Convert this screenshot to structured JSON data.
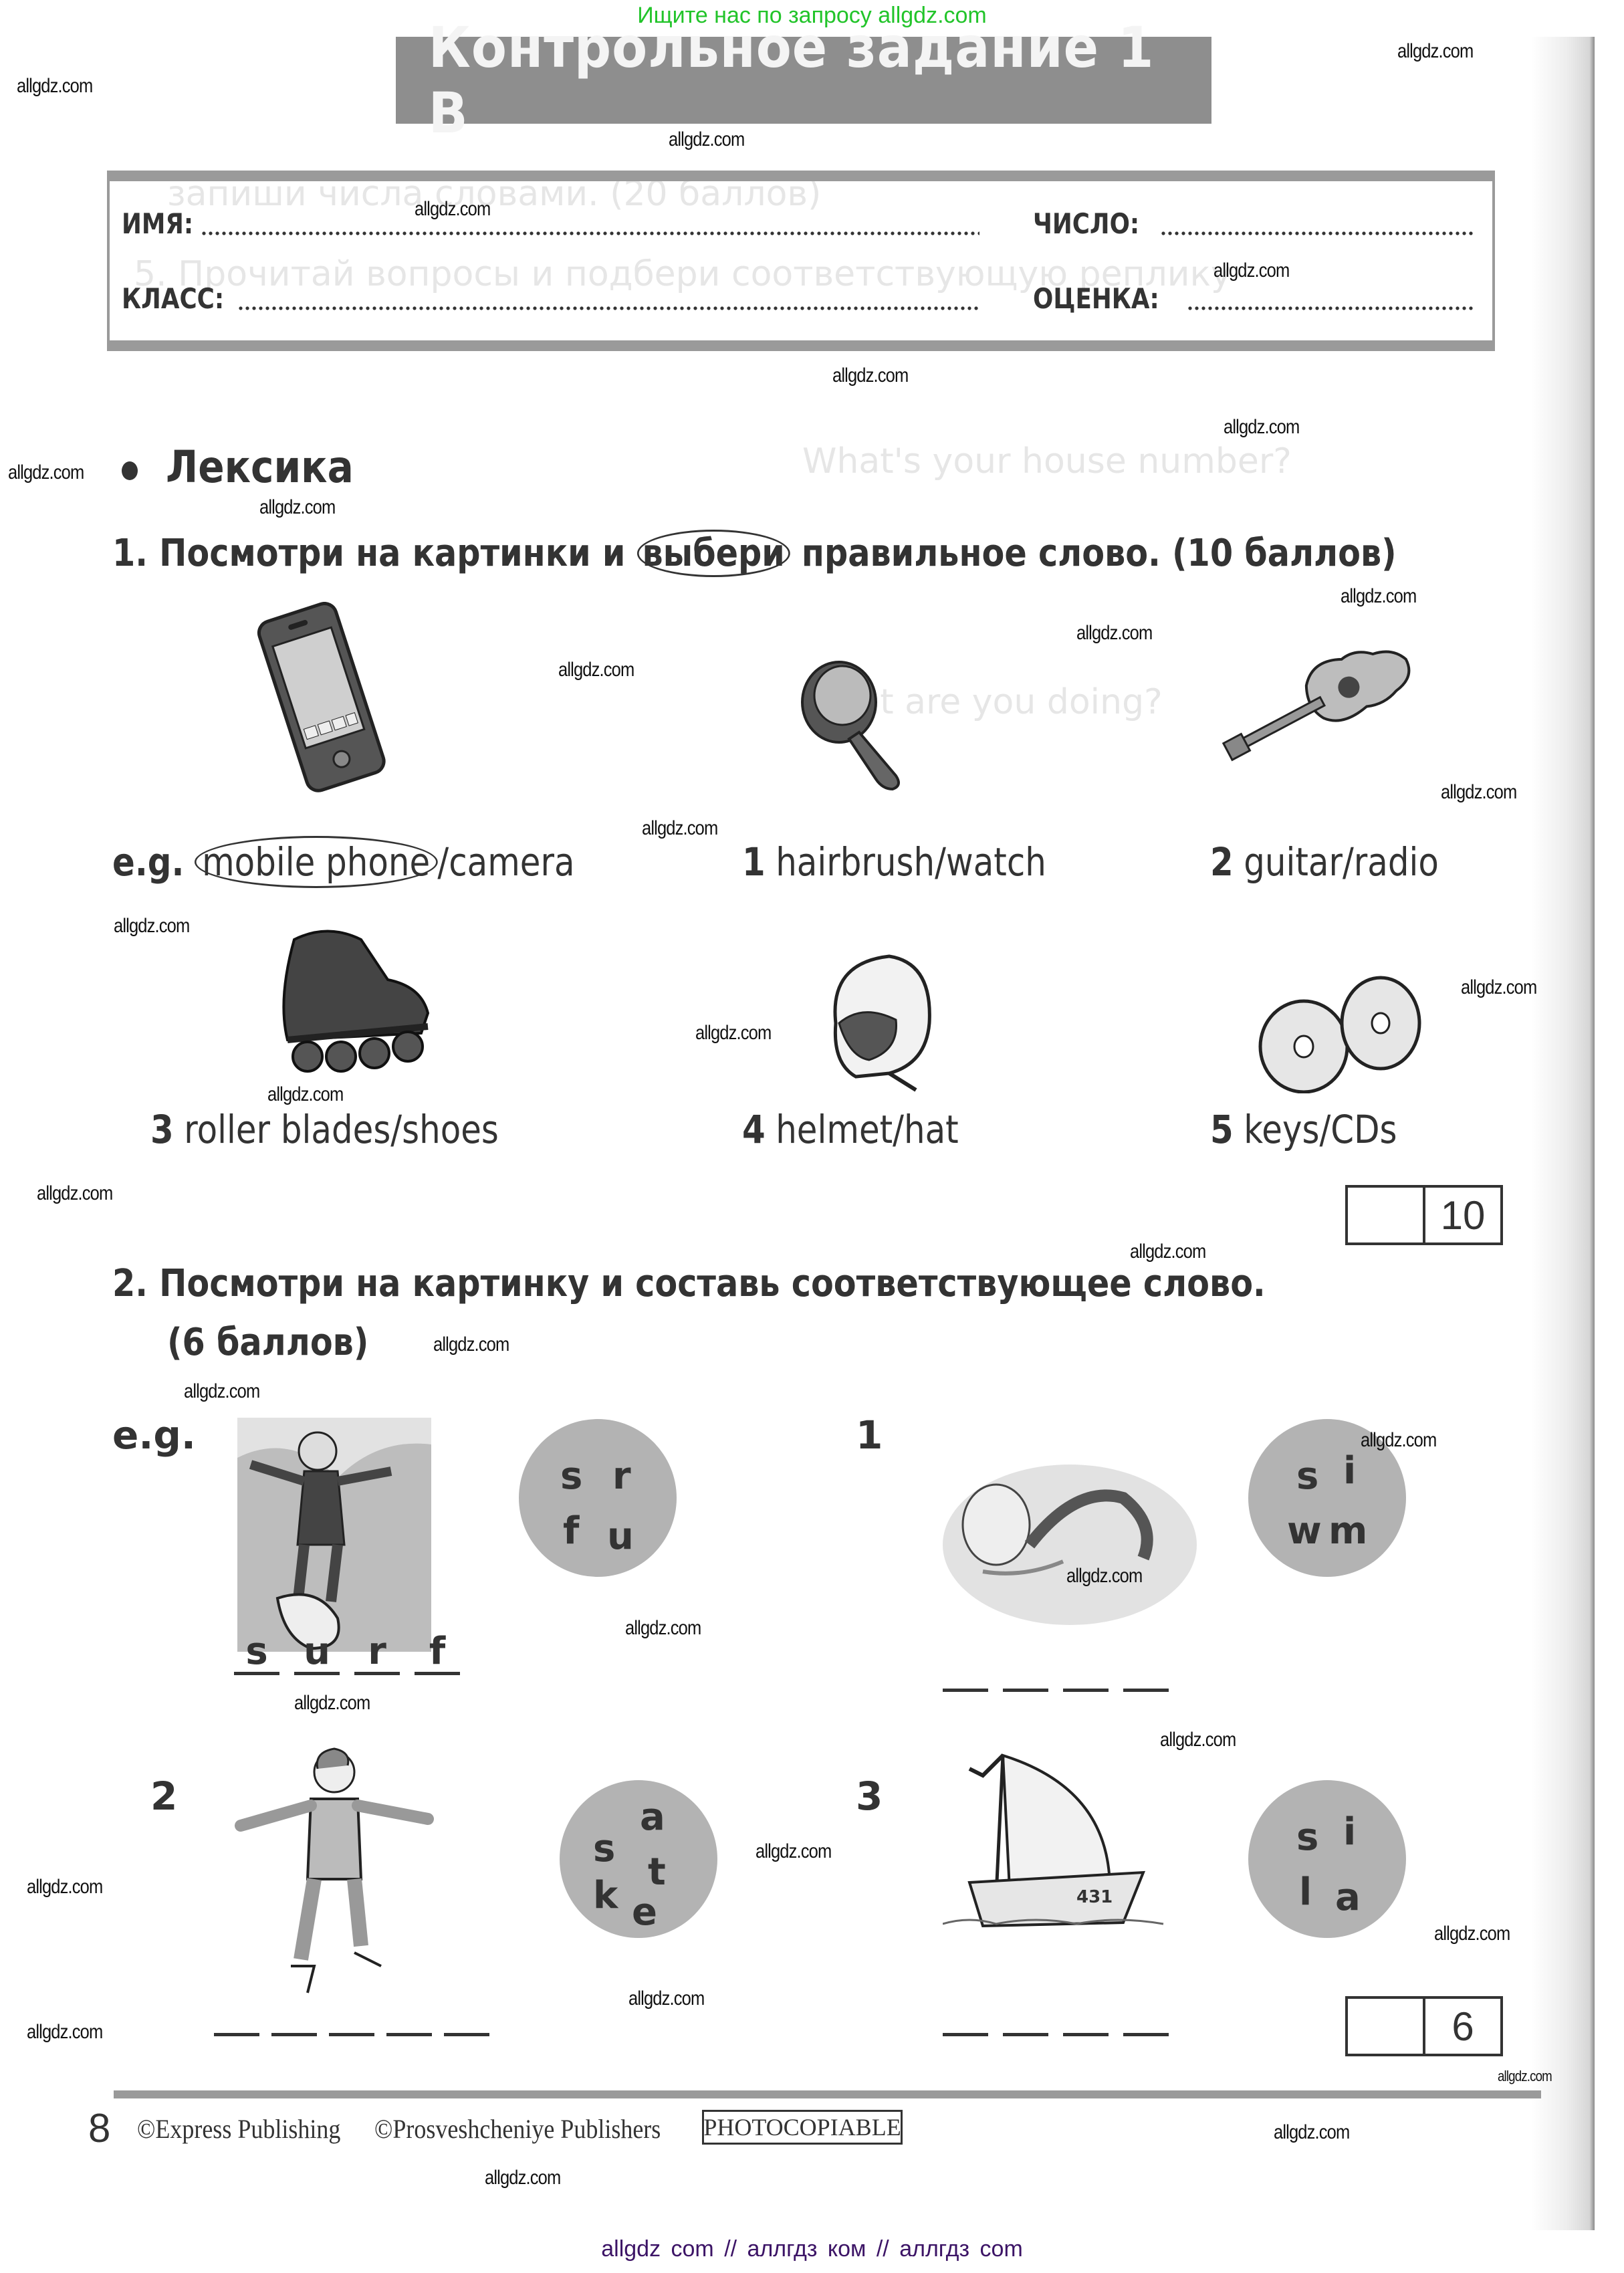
{
  "site_banner_top": "Ищите нас по запросу allgdz.com",
  "site_banner_bottom": "allgdz com  //  аллгдз ком  //  аллгдз com",
  "title": "Контрольное задание 1 B",
  "form": {
    "name_label": "ИМЯ:",
    "date_label": "ЧИСЛО:",
    "class_label": "КЛАСС:",
    "grade_label": "ОЦЕНКА:"
  },
  "section": {
    "title": "Лексика"
  },
  "task1": {
    "heading_pre": "1. Посмотри на картинки и ",
    "heading_circled": "выбери",
    "heading_post": " правильное слово. (10 баллов)",
    "items": [
      {
        "num": "e.g.",
        "circled": "mobile phone",
        "rest": "/camera",
        "icon": "mobile-phone-icon"
      },
      {
        "num": "1",
        "text": "hairbrush/watch",
        "icon": "hairbrush-icon"
      },
      {
        "num": "2",
        "text": "guitar/radio",
        "icon": "guitar-icon"
      },
      {
        "num": "3",
        "text": "roller blades/shoes",
        "icon": "roller-blades-icon"
      },
      {
        "num": "4",
        "text": "helmet/hat",
        "icon": "helmet-icon"
      },
      {
        "num": "5",
        "text": "keys/CDs",
        "icon": "cds-icon"
      }
    ],
    "score_max": "10"
  },
  "task2": {
    "heading_line1": "2. Посмотри на картинку и составь соответствующее слово.",
    "heading_line2": "(6 баллов)",
    "items": [
      {
        "num": "e.g.",
        "letters": [
          "s",
          "r",
          "f",
          "u"
        ],
        "answer": [
          "s",
          "u",
          "r",
          "f"
        ],
        "picture": "surfer-illustration"
      },
      {
        "num": "1",
        "letters": [
          "s",
          "i",
          "w",
          "m"
        ],
        "answer": [
          "",
          "",
          "",
          ""
        ],
        "picture": "swimmer-illustration"
      },
      {
        "num": "2",
        "letters": [
          "a",
          "s",
          "t",
          "k",
          "e"
        ],
        "answer": [
          "",
          "",
          "",
          "",
          ""
        ],
        "picture": "skater-illustration"
      },
      {
        "num": "3",
        "letters": [
          "s",
          "i",
          "l",
          "a"
        ],
        "answer": [
          "",
          "",
          "",
          ""
        ],
        "picture": "sailing-boat-illustration"
      }
    ],
    "boat_number": "431",
    "score_max": "6"
  },
  "footer": {
    "page_number": "8",
    "publisher1": "©Express Publishing",
    "publisher2": "©Prosveshcheniye Publishers",
    "badge": "PHOTOCOPIABLE"
  },
  "watermark": "allgdz.com",
  "colors": {
    "top_banner": "#22c42a",
    "bottom_banner": "#3c1466",
    "title_bg": "#8e8e8e",
    "circle_fill": "#b3b3b3",
    "text": "#333333"
  }
}
